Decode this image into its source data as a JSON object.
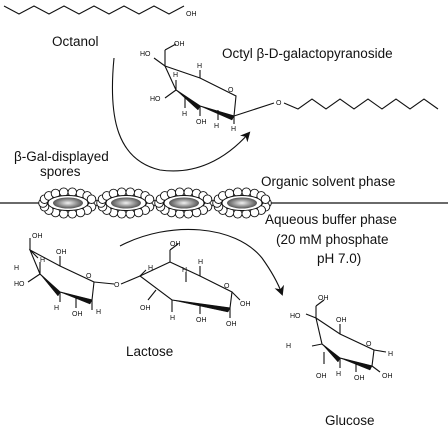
{
  "labels": {
    "octanol": "Octanol",
    "octyl_product": "Octyl β-D-galactopyranoside",
    "spores": [
      "β-Gal-displayed",
      "spores"
    ],
    "organic_phase": "Organic solvent phase",
    "aqueous_phase": [
      "Aqueous buffer phase",
      "(20 mM phosphate",
      "pH 7.0)"
    ],
    "lactose": "Lactose",
    "glucose": "Glucose"
  },
  "atoms": {
    "oh": "OH",
    "ho": "HO",
    "h": "H",
    "o": "O"
  }
}
